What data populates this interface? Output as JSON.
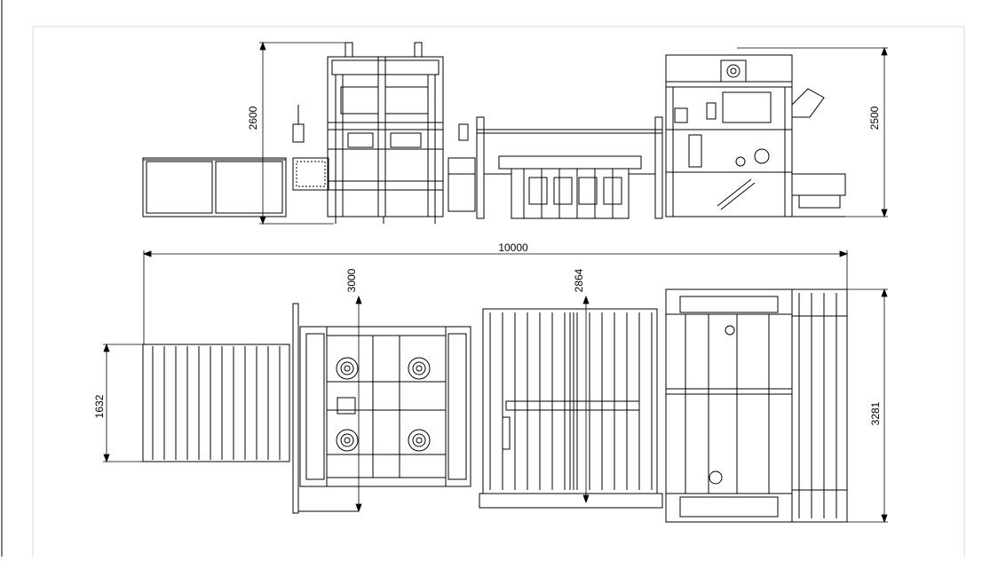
{
  "drawing": {
    "dimensions": {
      "elevation_height_left": "2600",
      "elevation_height_right": "2500",
      "overall_length": "10000",
      "plan_depth_left": "3000",
      "plan_depth_middle": "2864",
      "plan_width_right": "3281",
      "infeed_width": "1632"
    }
  }
}
